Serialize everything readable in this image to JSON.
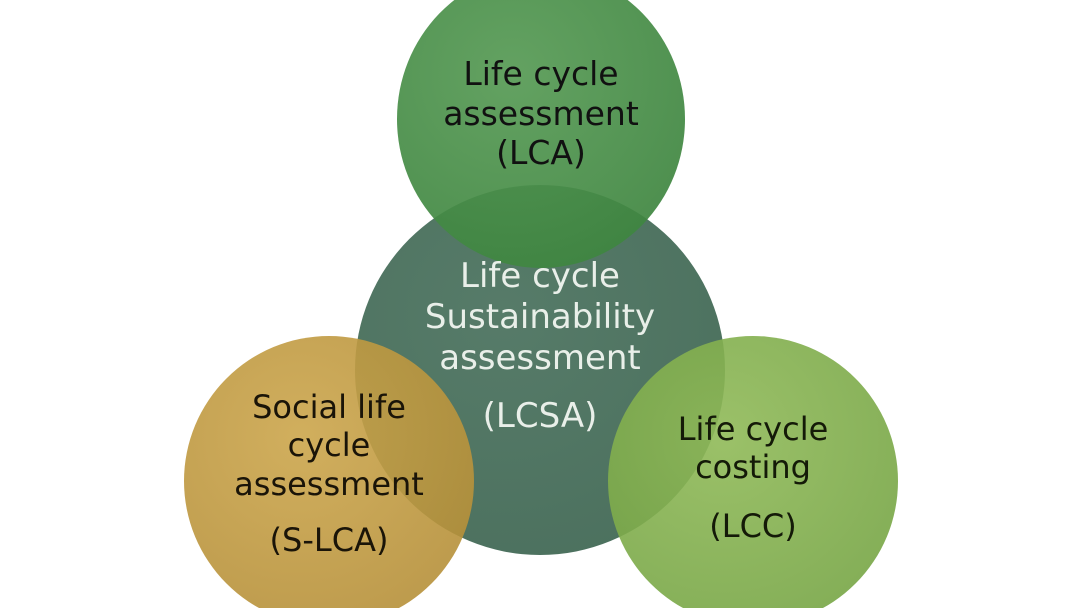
{
  "diagram": {
    "top": {
      "lines": [
        "Life cycle",
        "assessment",
        "(LCA)"
      ],
      "color": "#3f8a42"
    },
    "center": {
      "lines": [
        "Life cycle",
        "Sustainability",
        "assessment"
      ],
      "abbr": "(LCSA)",
      "color": "#3f6a55"
    },
    "left": {
      "lines": [
        "Social life",
        "cycle",
        "assessment"
      ],
      "abbr": "(S-LCA)",
      "color": "#b8912f"
    },
    "right": {
      "lines": [
        "Life cycle",
        "costing"
      ],
      "abbr": "(LCC)",
      "color": "#7aac45"
    }
  }
}
